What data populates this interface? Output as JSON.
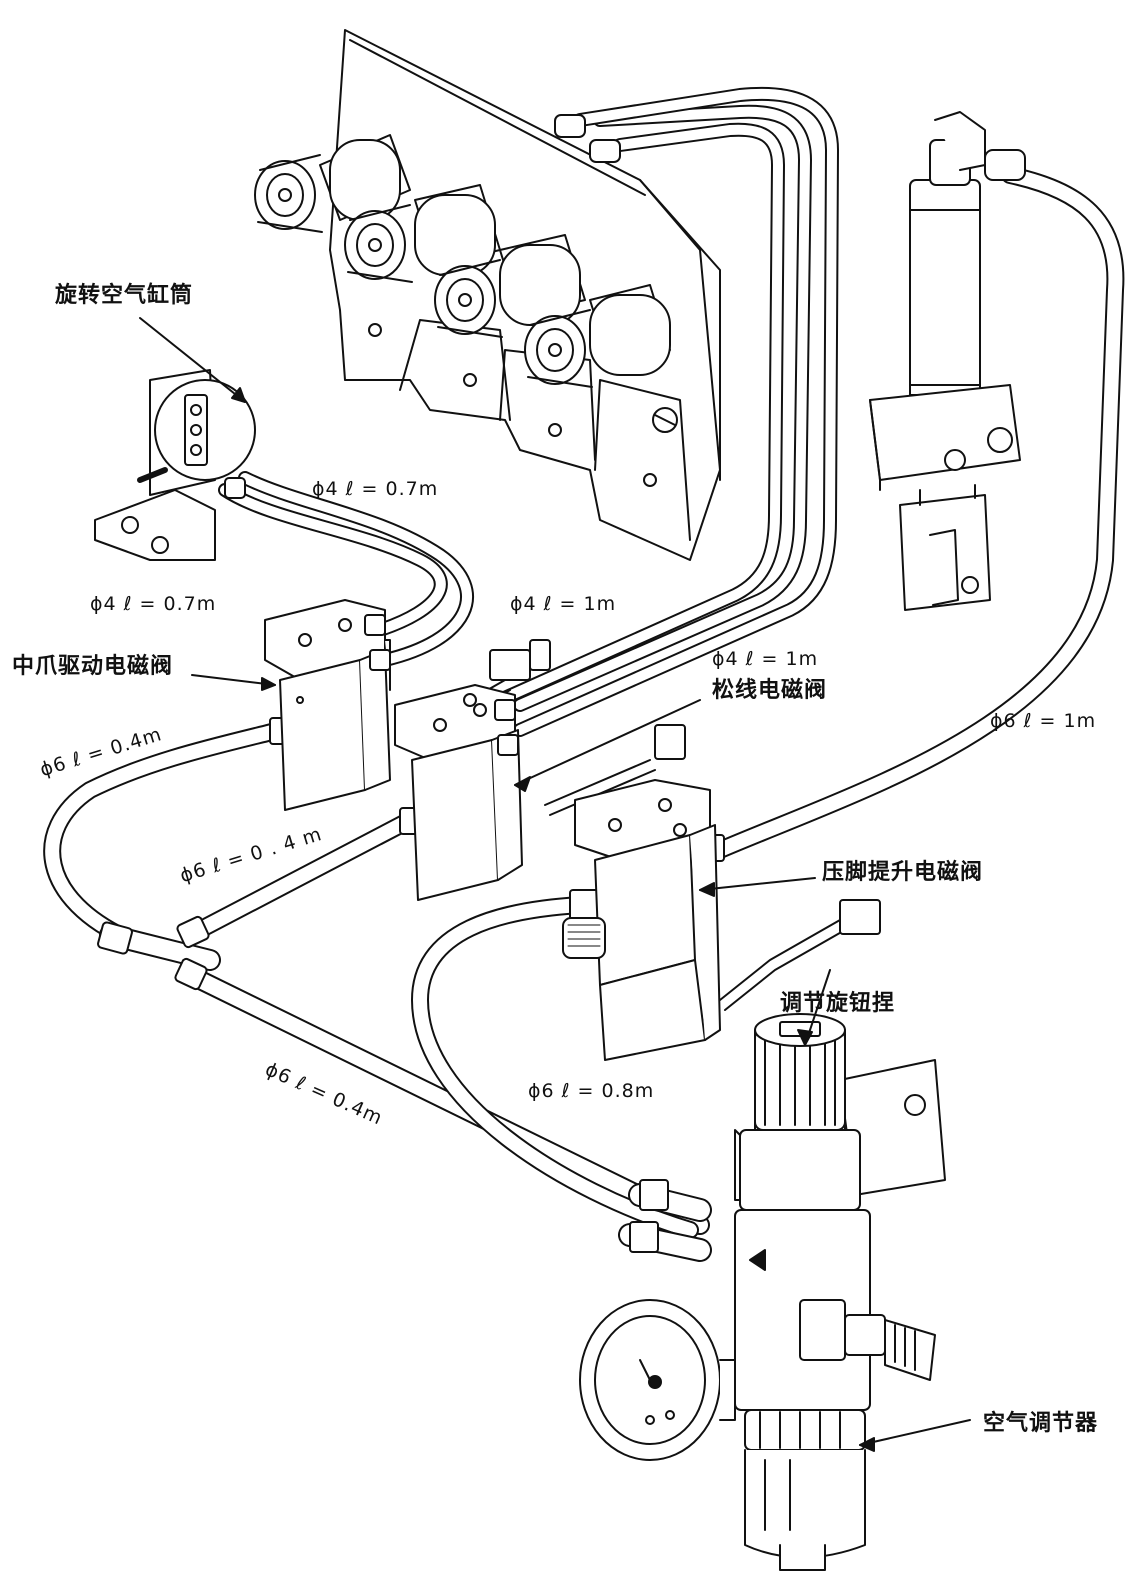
{
  "labels": {
    "rotary_cylinder": "旋转空气缸筒",
    "middle_claw_valve": "中爪驱动电磁阀",
    "thread_release_valve": "松线电磁阀",
    "presser_foot_lift_valve": "压脚提升电磁阀",
    "adjust_knob": "调节旋钮捏",
    "air_regulator": "空气调节器"
  },
  "tube_specs": {
    "t1": "ϕ4 ℓ  =  0.7m",
    "t2": "ϕ4 ℓ  =  0.7m",
    "t3": "ϕ4 ℓ  =  1m",
    "t4": "ϕ4 ℓ  =  1m",
    "t5": "ϕ6 ℓ  =  1m",
    "t6": "ϕ6 ℓ  =  0.4m",
    "t7": "ϕ6 ℓ  =  0 . 4 m",
    "t8": "ϕ6 ℓ  =  0.8m",
    "t9": "ϕ6 ℓ  =  0.4m"
  },
  "colors": {
    "ink": "#111111",
    "paper": "#ffffff"
  }
}
